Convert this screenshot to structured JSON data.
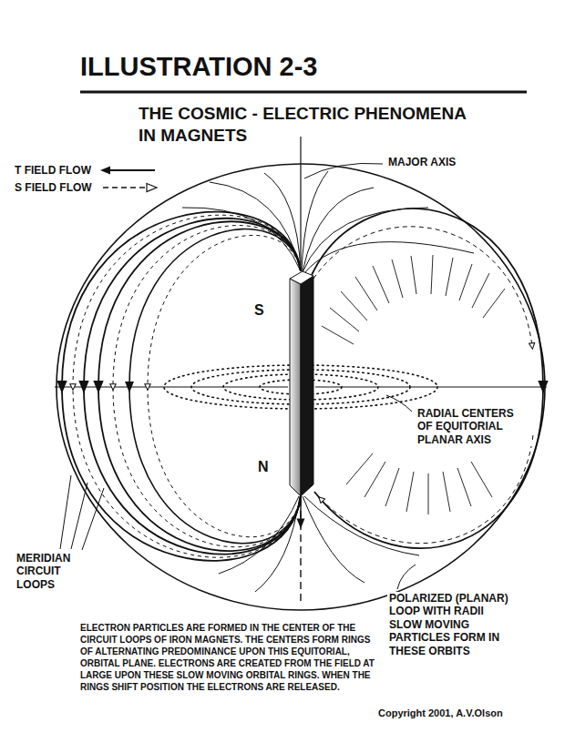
{
  "diagram": {
    "title": "ILLUSTRATION 2-3",
    "caption": "ELECTRON PARTICLES ARE FORMED IN THE CENTER OF THE CIRCUIT LOOPS OF IRON MAGNETS. THE CENTERS FORM RINGS OF ALTERNATING PREDOMINANCE UPON THIS EQUITORIAL, ORBITAL PLANE. ELECTRONS ARE CREATED FROM THE FIELD AT LARGE UPON THESE SLOW MOVING ORBITAL RINGS. WHEN THE RINGS SHIFT POSITION THE ELECTRONS ARE RELEASED.",
    "labels": [
      "THE COSMIC - ELECTRIC PHENOMENA IN MAGNETS",
      "MAJOR AXIS",
      "S",
      "N",
      "RADIAL CENTERS OF EQUITORIAL PLANAR AXIS",
      "MERIDIAN CIRCUIT LOOPS",
      "POLARIZED (PLANAR) LOOP WITH RADII SLOW MOVING PARTICLES FORM IN THESE ORBITS",
      "Copyright 2001, A.V.Olson"
    ],
    "legend": [
      {
        "text": "T FIELD FLOW"
      },
      {
        "text": "S FIELD FLOW"
      }
    ]
  }
}
